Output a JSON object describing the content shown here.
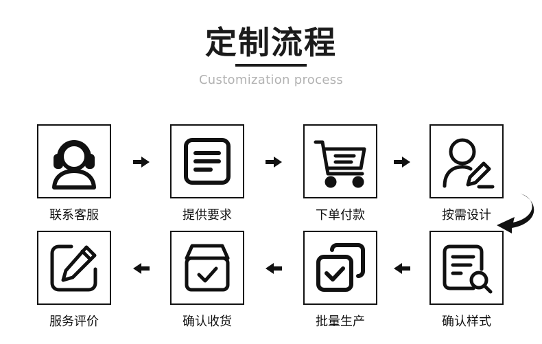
{
  "header": {
    "title": "定制流程",
    "subtitle": "Customization process"
  },
  "steps": [
    {
      "label": "联系客服",
      "icon": "customer-service-headset-icon"
    },
    {
      "label": "提供要求",
      "icon": "document-icon"
    },
    {
      "label": "下单付款",
      "icon": "shopping-cart-icon"
    },
    {
      "label": "按需设计",
      "icon": "designer-pen-icon"
    },
    {
      "label": "确认样式",
      "icon": "document-search-icon"
    },
    {
      "label": "批量生产",
      "icon": "batch-stack-check-icon"
    },
    {
      "label": "确认收货",
      "icon": "box-check-icon"
    },
    {
      "label": "服务评价",
      "icon": "pencil-review-icon"
    }
  ],
  "colors": {
    "ink": "#111111",
    "subtitle": "#b2b2b2",
    "background": "#ffffff"
  }
}
